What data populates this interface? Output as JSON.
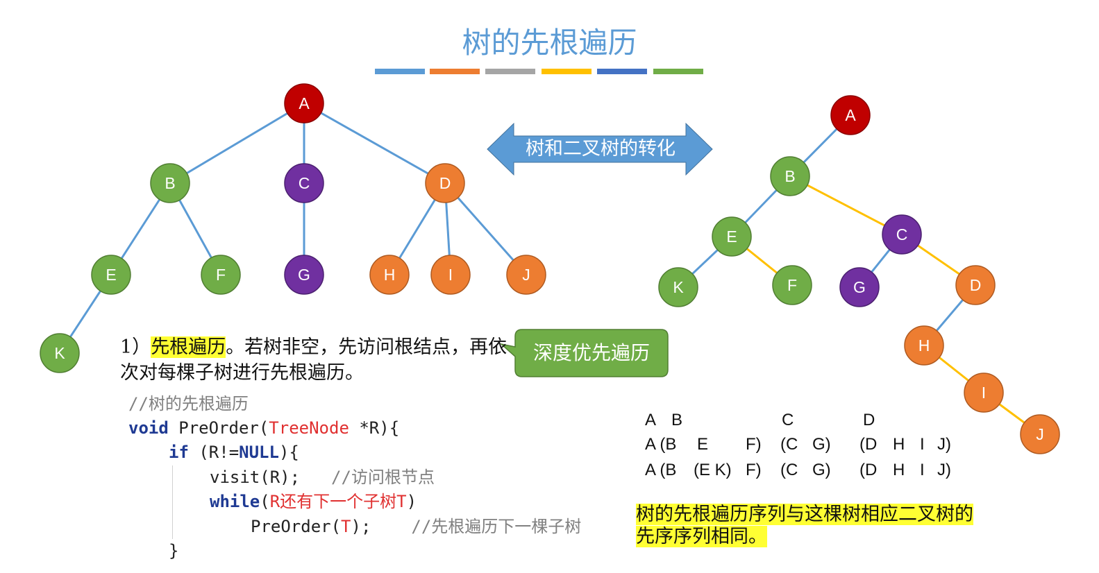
{
  "title": "树的先根遍历",
  "title_bar_colors": [
    "#5b9bd5",
    "#ed7d31",
    "#a5a5a5",
    "#ffc000",
    "#4472c4",
    "#70ad47"
  ],
  "colors": {
    "red": "#c00000",
    "green": "#70ad47",
    "purple": "#7030a0",
    "orange": "#ed7d31",
    "edge_blue": "#5b9bd5",
    "edge_yellow": "#ffc000",
    "highlight": "#ffff33"
  },
  "tree": {
    "nodes": [
      {
        "id": "A",
        "label": "A",
        "color": "red"
      },
      {
        "id": "B",
        "label": "B",
        "color": "green"
      },
      {
        "id": "C",
        "label": "C",
        "color": "purple"
      },
      {
        "id": "D",
        "label": "D",
        "color": "orange"
      },
      {
        "id": "E",
        "label": "E",
        "color": "green"
      },
      {
        "id": "F",
        "label": "F",
        "color": "green"
      },
      {
        "id": "G",
        "label": "G",
        "color": "purple"
      },
      {
        "id": "H",
        "label": "H",
        "color": "orange"
      },
      {
        "id": "I",
        "label": "I",
        "color": "orange"
      },
      {
        "id": "J",
        "label": "J",
        "color": "orange"
      },
      {
        "id": "K",
        "label": "K",
        "color": "green"
      }
    ],
    "edges": [
      [
        "A",
        "B"
      ],
      [
        "A",
        "C"
      ],
      [
        "A",
        "D"
      ],
      [
        "B",
        "E"
      ],
      [
        "B",
        "F"
      ],
      [
        "C",
        "G"
      ],
      [
        "D",
        "H"
      ],
      [
        "D",
        "I"
      ],
      [
        "D",
        "J"
      ],
      [
        "E",
        "K"
      ]
    ]
  },
  "binary_tree": {
    "nodes": [
      {
        "id": "A",
        "label": "A",
        "color": "red"
      },
      {
        "id": "B",
        "label": "B",
        "color": "green"
      },
      {
        "id": "E",
        "label": "E",
        "color": "green"
      },
      {
        "id": "C",
        "label": "C",
        "color": "purple"
      },
      {
        "id": "K",
        "label": "K",
        "color": "green"
      },
      {
        "id": "F",
        "label": "F",
        "color": "green"
      },
      {
        "id": "G",
        "label": "G",
        "color": "purple"
      },
      {
        "id": "D",
        "label": "D",
        "color": "orange"
      },
      {
        "id": "H",
        "label": "H",
        "color": "orange"
      },
      {
        "id": "I",
        "label": "I",
        "color": "orange"
      },
      {
        "id": "J",
        "label": "J",
        "color": "orange"
      }
    ],
    "edges": [
      {
        "from": "A",
        "to": "B",
        "kind": "left"
      },
      {
        "from": "B",
        "to": "E",
        "kind": "left"
      },
      {
        "from": "B",
        "to": "C",
        "kind": "right"
      },
      {
        "from": "E",
        "to": "K",
        "kind": "left"
      },
      {
        "from": "E",
        "to": "F",
        "kind": "right"
      },
      {
        "from": "C",
        "to": "G",
        "kind": "left"
      },
      {
        "from": "C",
        "to": "D",
        "kind": "right"
      },
      {
        "from": "D",
        "to": "H",
        "kind": "left"
      },
      {
        "from": "H",
        "to": "I",
        "kind": "right"
      },
      {
        "from": "I",
        "to": "J",
        "kind": "right"
      }
    ]
  },
  "conversion_arrow_label": "树和二叉树的转化",
  "callout_label": "深度优先遍历",
  "description": {
    "number": "1）",
    "term": "先根遍历",
    "rest": "。若树非空，先访问根结点，再依次对每棵子树进行先根遍历。"
  },
  "code": {
    "comment": "//树的先根遍历",
    "l1_kw": "void",
    "l1_fn": " PreOrder(",
    "l1_type": "TreeNode",
    "l1_end": " *R){",
    "l2_kw": "if",
    "l2_a": " (R!=",
    "l2_null": "NULL",
    "l2_b": "){",
    "l3": "visit(R);",
    "l3_comment": "//访问根节点",
    "l4_kw": "while",
    "l4_a": "(",
    "l4_cond": "R还有下一个子树T",
    "l4_b": ")",
    "l5_a": "PreOrder(",
    "l5_t": "T",
    "l5_b": ");",
    "l5_comment": "//先根遍历下一棵子树",
    "l6": "}"
  },
  "sequences": {
    "row1": [
      "A",
      "B",
      "C",
      "D"
    ],
    "row2": [
      "A (B",
      "E",
      "F)",
      "(C",
      "G)",
      "(D",
      "H",
      "I",
      "J)"
    ],
    "row3": [
      "A (B",
      "(E K)",
      "F)",
      "(C",
      "G)",
      "(D",
      "H",
      "I",
      "J)"
    ]
  },
  "conclusion": [
    "树的先根遍历序列与这棵树相应二叉树的",
    "先序序列相同。"
  ]
}
